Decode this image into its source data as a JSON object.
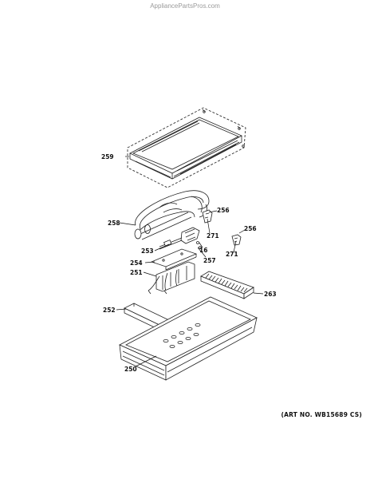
{
  "watermark": "AppliancePartsPros.com",
  "art_number": "(ART NO. WB15689 CS)",
  "callouts": [
    {
      "id": "c259",
      "label": "259"
    },
    {
      "id": "c258",
      "label": "258"
    },
    {
      "id": "c256a",
      "label": "256"
    },
    {
      "id": "c271a",
      "label": "271"
    },
    {
      "id": "c256b",
      "label": "256"
    },
    {
      "id": "c271b",
      "label": "271"
    },
    {
      "id": "c253",
      "label": "253"
    },
    {
      "id": "c16",
      "label": "16"
    },
    {
      "id": "c257",
      "label": "257"
    },
    {
      "id": "c254",
      "label": "254"
    },
    {
      "id": "c251",
      "label": "251"
    },
    {
      "id": "c263",
      "label": "263"
    },
    {
      "id": "c252",
      "label": "252"
    },
    {
      "id": "c250",
      "label": "250"
    }
  ]
}
